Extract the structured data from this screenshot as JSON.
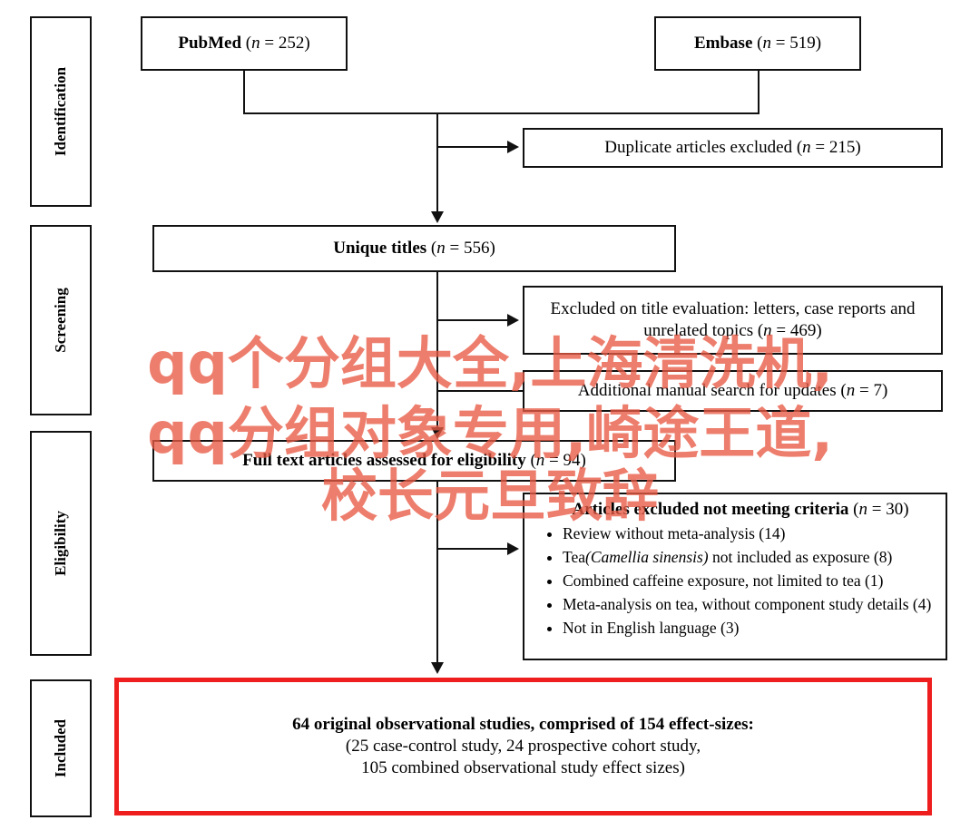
{
  "stages": {
    "identification": "Identification",
    "screening": "Screening",
    "eligibility": "Eligibility",
    "included": "Included"
  },
  "boxes": {
    "pubmed": {
      "label": "PubMed",
      "n": "252"
    },
    "embase": {
      "label": "Embase",
      "n": "519"
    },
    "duplicates": {
      "label": "Duplicate articles excluded",
      "n": "215"
    },
    "unique": {
      "label": "Unique titles",
      "n": "556"
    },
    "title_excl": {
      "line1": "Excluded on title evaluation: letters, case reports and",
      "line2": "unrelated topics",
      "n": "469"
    },
    "manual_search": {
      "label": "Additional manual search for updates",
      "n": "7"
    },
    "full_text": {
      "label": "Full text articles assessed for eligibility",
      "n": "94"
    },
    "articles_excl": {
      "label": "Articles excluded not meeting criteria",
      "n": "30"
    }
  },
  "exclusion_reasons": [
    {
      "pre": "Review without meta-analysis (14)",
      "italic": "",
      "post": ""
    },
    {
      "pre": "Tea",
      "italic": "(Camellia sinensis)",
      "post": " not included as exposure (8)"
    },
    {
      "pre": "Combined caffeine exposure, not limited to tea (1)",
      "italic": "",
      "post": ""
    },
    {
      "pre": "Meta-analysis on tea, without component study details (4)",
      "italic": "",
      "post": ""
    },
    {
      "pre": "Not in English language (3)",
      "italic": "",
      "post": ""
    }
  ],
  "included_box": {
    "line1": "64 original observational studies, comprised of 154 effect-sizes:",
    "line2": "(25 case-control study, 24 prospective cohort study,",
    "line3": "105 combined observational study effect sizes)"
  },
  "n_symbol": "n",
  "watermark": {
    "line1": "qq个分组大全,上海清洗机,",
    "line2": "qq分组对象专用,崎途王道,",
    "line3": "校长元旦致辞"
  },
  "colors": {
    "included_border": "#ee1e1e",
    "watermark": "#e85a45"
  }
}
